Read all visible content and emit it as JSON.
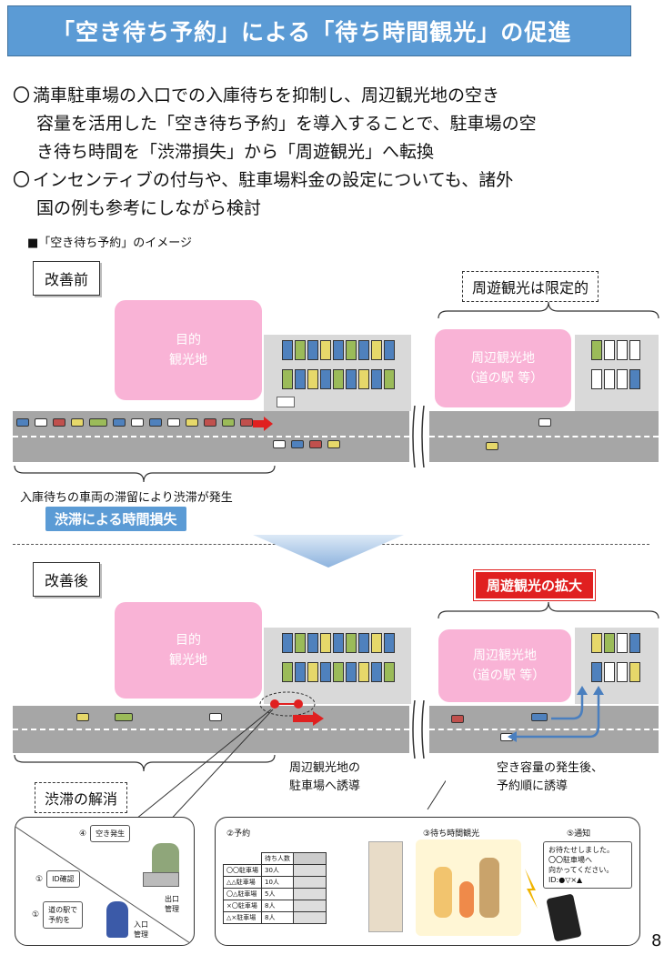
{
  "title": "「空き待ち予約」による「待ち時間観光」の促進",
  "bullets": [
    {
      "mark": "〇",
      "lines": [
        "満車駐車場の入口での入庫待ちを抑制し、周辺観光地の空き",
        "容量を活用した「空き待ち予約」を導入することで、駐車場の空",
        "き待ち時間を「渋滞損失」から「周遊観光」へ転換"
      ]
    },
    {
      "mark": "〇",
      "lines": [
        "インセンティブの付与や、駐車場料金の設定についても、諸外",
        "国の例も参考にしながら検討"
      ]
    }
  ],
  "caption": "■「空き待ち予約」のイメージ",
  "before": {
    "label": "改善前",
    "destination": [
      "目的",
      "観光地"
    ],
    "nearby": [
      "周辺観光地",
      "（道の駅 等）"
    ],
    "nearby_label": "周遊観光は限定的",
    "queue_text": "入庫待ちの車両の滞留により渋滞が発生",
    "loss_label": "渋滞による時間損失"
  },
  "after": {
    "label": "改善後",
    "destination": [
      "目的",
      "観光地"
    ],
    "nearby": [
      "周辺観光地",
      "（道の駅 等）"
    ],
    "expand_label": "周遊観光の拡大",
    "jam_cleared": "渋滞の解消",
    "guide_text": [
      "周辺観光地の",
      "駐車場へ誘導"
    ],
    "order_text": [
      "空き容量の発生後、",
      "予約順に誘導"
    ]
  },
  "panel_left": {
    "step4": "④",
    "step4_text": "空き発生",
    "step1": "①",
    "step1_text": "ID確認",
    "step0": "①",
    "step0_text": [
      "道の駅で",
      "予約を"
    ],
    "exit_label": [
      "出口",
      "管理"
    ],
    "entry_label": [
      "入口",
      "管理"
    ]
  },
  "panel_right": {
    "reserve_title": "②予約",
    "wait_title": "③待ち時間観光",
    "notify_title": "⑤通知",
    "table_header": "待ち人数",
    "table_rows": [
      [
        "〇〇駐車場",
        "30人"
      ],
      [
        "△△駐車場",
        "10人"
      ],
      [
        "〇△駐車場",
        "5人"
      ],
      [
        "×〇駐車場",
        "8人"
      ],
      [
        "△×駐車場",
        "8人"
      ]
    ],
    "notify_text": [
      "お待たせしました。",
      "〇〇駐車場へ",
      "向かってください。",
      "ID:●▽×▲"
    ]
  },
  "page_number": "8",
  "colors": {
    "title_bg": "#5b9bd5",
    "pink": "#f9b3d6",
    "road": "#a6a6a6",
    "red": "#e02020",
    "arrow_blue": "#4a7fbf"
  }
}
